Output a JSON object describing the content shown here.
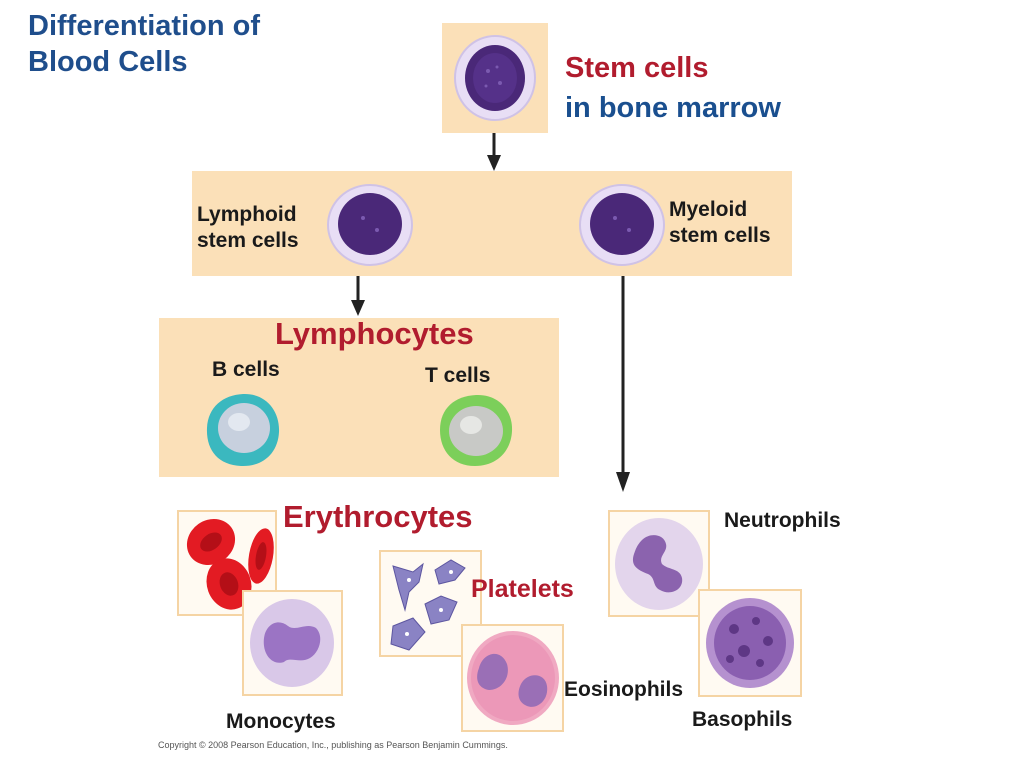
{
  "title": "Differentiation of\nBlood Cells",
  "stem": {
    "line1": "Stem cells",
    "line2": "in bone marrow"
  },
  "lymphoid": "Lymphoid\nstem cells",
  "myeloid": "Myeloid\nstem cells",
  "lymphocytes": {
    "heading": "Lymphocytes",
    "b_cells": "B cells",
    "t_cells": "T cells"
  },
  "erythrocytes": "Erythrocytes",
  "platelets": "Platelets",
  "neutrophils": "Neutrophils",
  "monocytes": "Monocytes",
  "eosinophils": "Eosinophils",
  "basophils": "Basophils",
  "copyright": "Copyright © 2008 Pearson Education, Inc., publishing as Pearson Benjamin Cummings.",
  "colors": {
    "box": "#fbe0b8",
    "title_blue": "#1f4e8c",
    "heading_red": "#b11c2e",
    "stem_nucleus": "#4a2878",
    "b_cell": "#3bb8bf",
    "t_cell": "#7ccf5a",
    "rbc": "#e31b23",
    "stain": "#9b74c4"
  }
}
